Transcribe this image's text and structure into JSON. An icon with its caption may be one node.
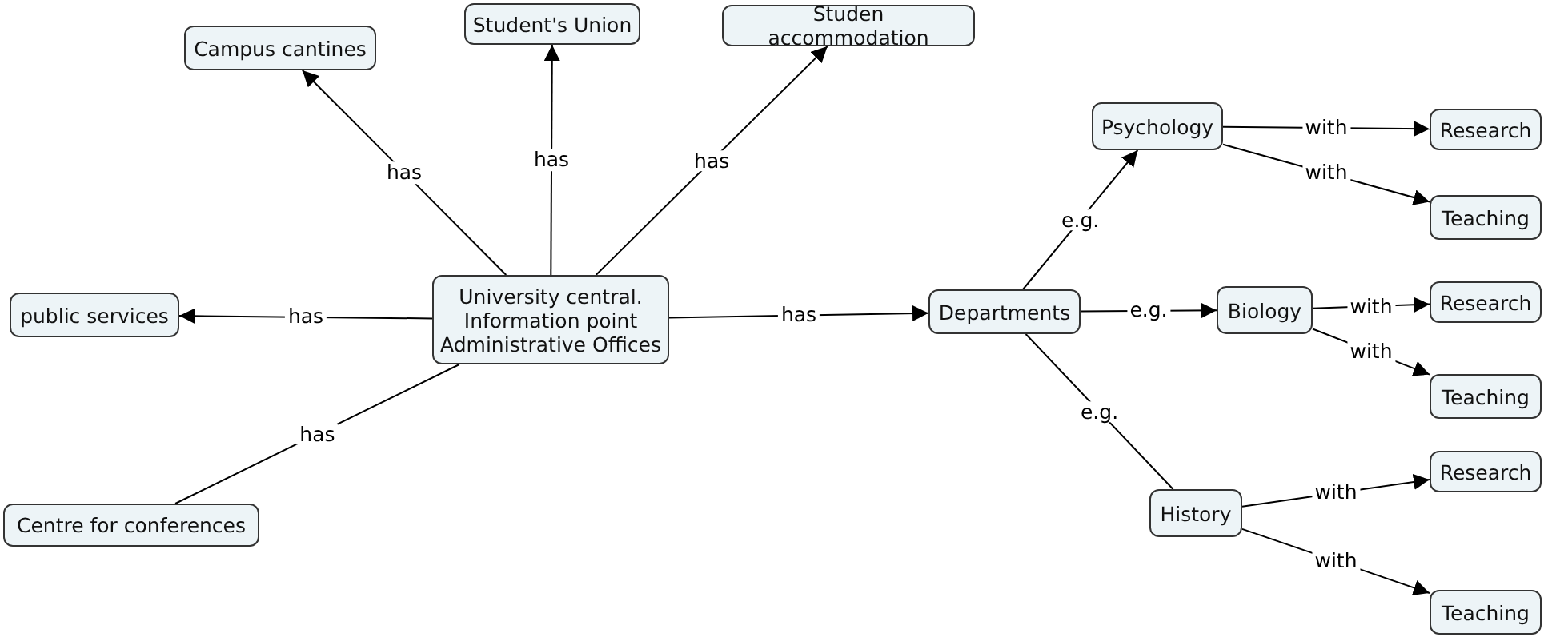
{
  "diagram": {
    "nodes": [
      {
        "text": [
          "University central. Information point Administrative Offices"
        ]
      },
      {
        "text": [
          "Campus cantines"
        ]
      },
      {
        "text": [
          "Student's Union"
        ]
      },
      {
        "text": [
          "Studen accommodation"
        ]
      },
      {
        "text": [
          "public services"
        ]
      },
      {
        "text": [
          "Centre for conferences"
        ]
      },
      {
        "text": [
          "Departments"
        ]
      },
      {
        "text": [
          "Psychology"
        ]
      },
      {
        "text": [
          "Biology"
        ]
      },
      {
        "text": [
          "History"
        ]
      },
      {
        "text": [
          "Research"
        ]
      },
      {
        "text": [
          "Teaching"
        ]
      },
      {
        "text": [
          "Research"
        ]
      },
      {
        "text": [
          "Teaching"
        ]
      },
      {
        "text": [
          "Research"
        ]
      },
      {
        "text": [
          "Teaching"
        ]
      }
    ],
    "edges": [
      {
        "from": 0,
        "to": 1,
        "arrow": "to",
        "label": "has"
      },
      {
        "from": 0,
        "to": 2,
        "arrow": "to",
        "label": "has"
      },
      {
        "from": 0,
        "to": 3,
        "arrow": "to",
        "label": "has"
      },
      {
        "from": 0,
        "to": 4,
        "arrow": "to",
        "label": "has"
      },
      {
        "from": 0,
        "to": 5,
        "arrow": "none",
        "label": "has"
      },
      {
        "from": 0,
        "to": 6,
        "arrow": "to",
        "label": "has"
      },
      {
        "from": 6,
        "to": 7,
        "arrow": "to",
        "label": "e.g."
      },
      {
        "from": 6,
        "to": 8,
        "arrow": "to",
        "label": "e.g."
      },
      {
        "from": 6,
        "to": 9,
        "arrow": "none",
        "label": "e.g."
      },
      {
        "from": 7,
        "to": 10,
        "arrow": "to",
        "label": "with"
      },
      {
        "from": 7,
        "to": 11,
        "arrow": "to",
        "label": "with"
      },
      {
        "from": 8,
        "to": 12,
        "arrow": "to",
        "label": "with"
      },
      {
        "from": 8,
        "to": 13,
        "arrow": "to",
        "label": "with"
      },
      {
        "from": 9,
        "to": 14,
        "arrow": "to",
        "label": "with"
      },
      {
        "from": 9,
        "to": 15,
        "arrow": "to",
        "label": "with"
      }
    ]
  }
}
